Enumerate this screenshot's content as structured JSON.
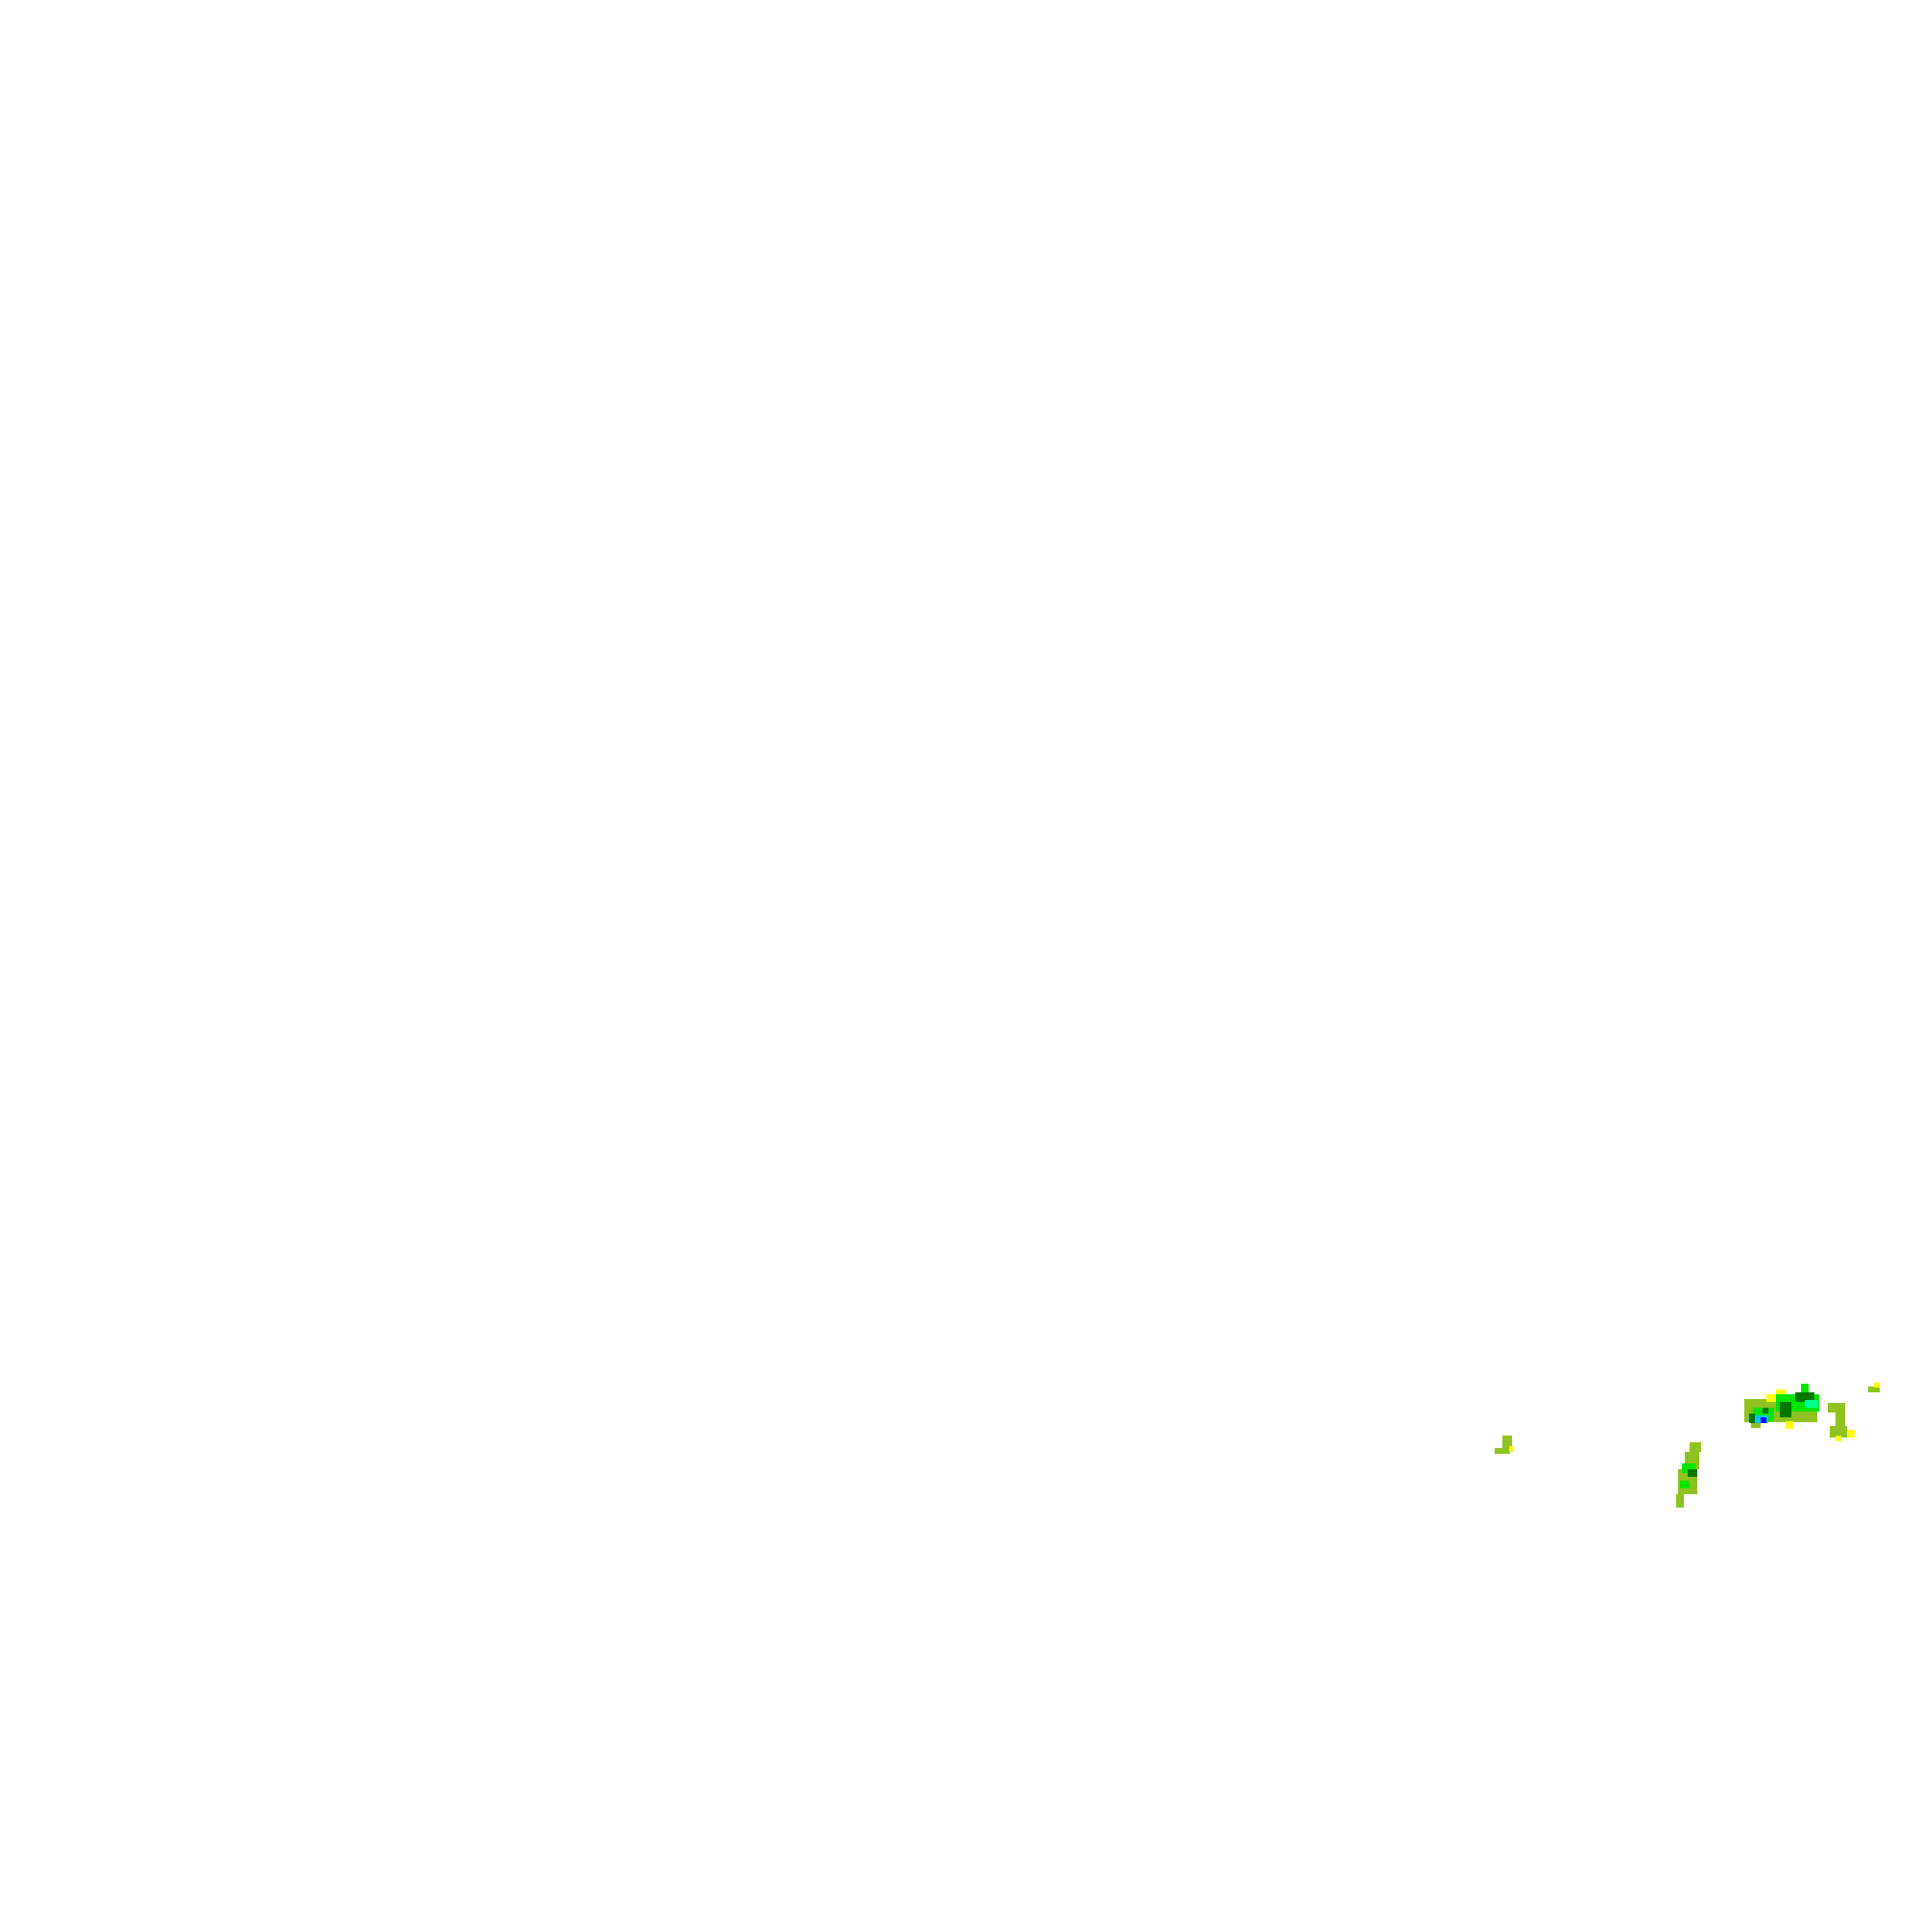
{
  "map": {
    "background": "#ffffff",
    "legend_colors": {
      "light": "#ffff00",
      "moderate_low": "#8dc21f",
      "moderate": "#00e400",
      "heavy": "#007800",
      "very_heavy": "#00ff90",
      "intense": "#00c8ff",
      "extreme": "#0000ff"
    },
    "echo_clusters": [
      {
        "name": "main-cell",
        "colors": [
          "#8dc21f",
          "#ffff00",
          "#00e400",
          "#007800",
          "#00ff90",
          "#00c8ff",
          "#0000ff"
        ]
      },
      {
        "name": "south-cell",
        "colors": [
          "#8dc21f",
          "#00e400",
          "#007800"
        ]
      },
      {
        "name": "east-fragment",
        "colors": [
          "#8dc21f",
          "#ffff00"
        ]
      },
      {
        "name": "west-fragment",
        "colors": [
          "#8dc21f",
          "#ffff00"
        ]
      },
      {
        "name": "far-east-speck",
        "colors": [
          "#8dc21f",
          "#ffff00"
        ]
      }
    ]
  }
}
